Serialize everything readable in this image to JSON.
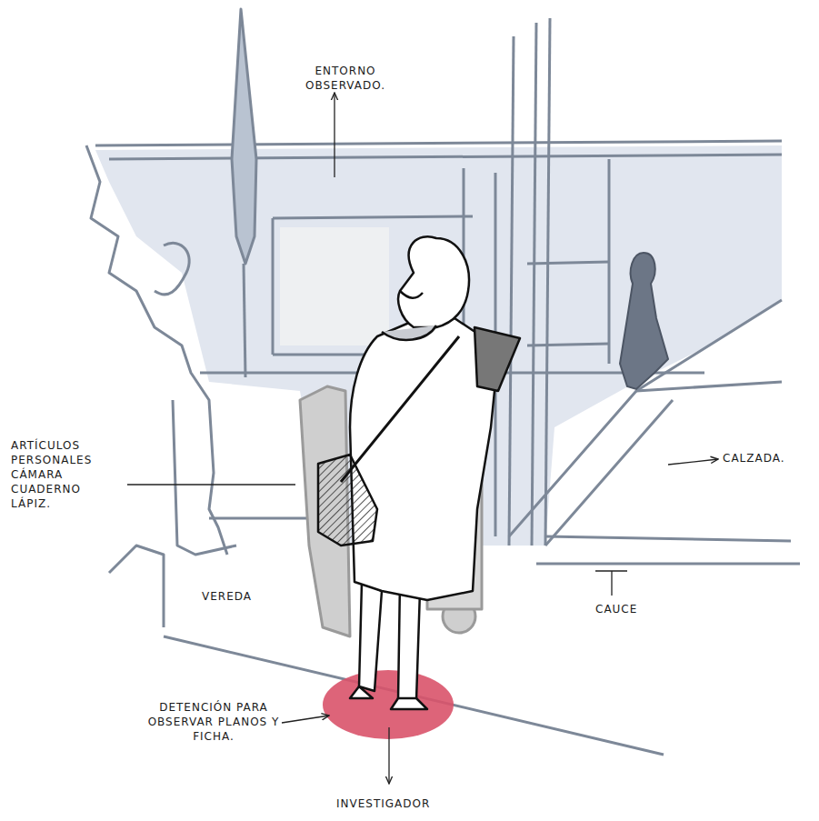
{
  "diagram": {
    "labels": [
      "ENTORNO OBSERVADO.",
      "ARTÍCULOS PERSONALES CÁMARA CUADERNO LÁPIZ.",
      "CALZADA.",
      "VEREDA",
      "CAUCE",
      "DETENCIÓN PARA OBSERVAR PLANOS Y FICHA.",
      "INVESTIGADOR"
    ]
  }
}
